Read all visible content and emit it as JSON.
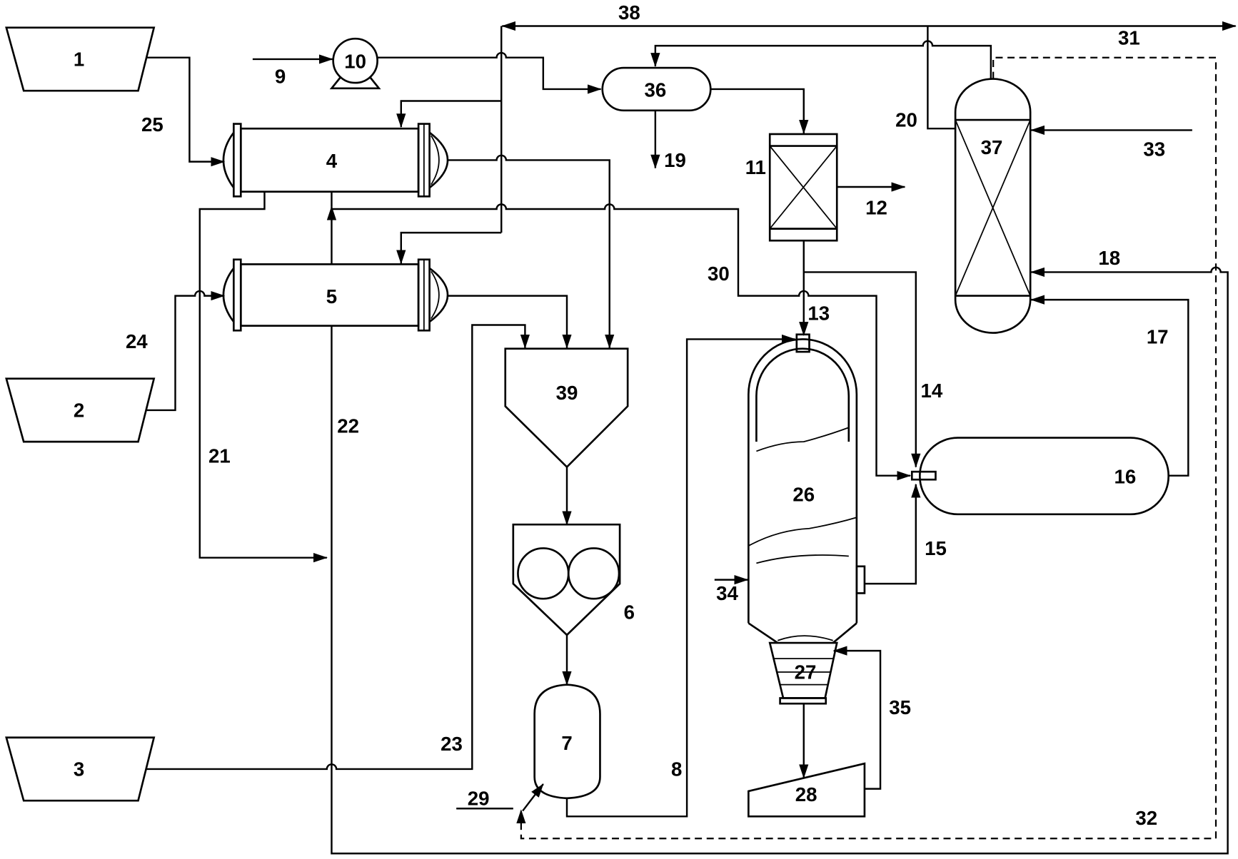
{
  "colors": {
    "ink": "#000000",
    "paper": "#ffffff"
  },
  "equipment": {
    "u1": "1",
    "u2": "2",
    "u3": "3",
    "u4": "4",
    "u5": "5",
    "u6": "6",
    "u7": "7",
    "u10": "10",
    "u11": "11",
    "u16": "16",
    "u26": "26",
    "u27": "27",
    "u28": "28",
    "u36": "36",
    "u37": "37",
    "u39": "39"
  },
  "streams": {
    "s8": "8",
    "s9": "9",
    "s12": "12",
    "s13": "13",
    "s14": "14",
    "s15": "15",
    "s17": "17",
    "s18": "18",
    "s19": "19",
    "s20": "20",
    "s21": "21",
    "s22": "22",
    "s23": "23",
    "s24": "24",
    "s25": "25",
    "s29": "29",
    "s30": "30",
    "s31": "31",
    "s32": "32",
    "s33": "33",
    "s34": "34",
    "s35": "35",
    "s38": "38"
  }
}
